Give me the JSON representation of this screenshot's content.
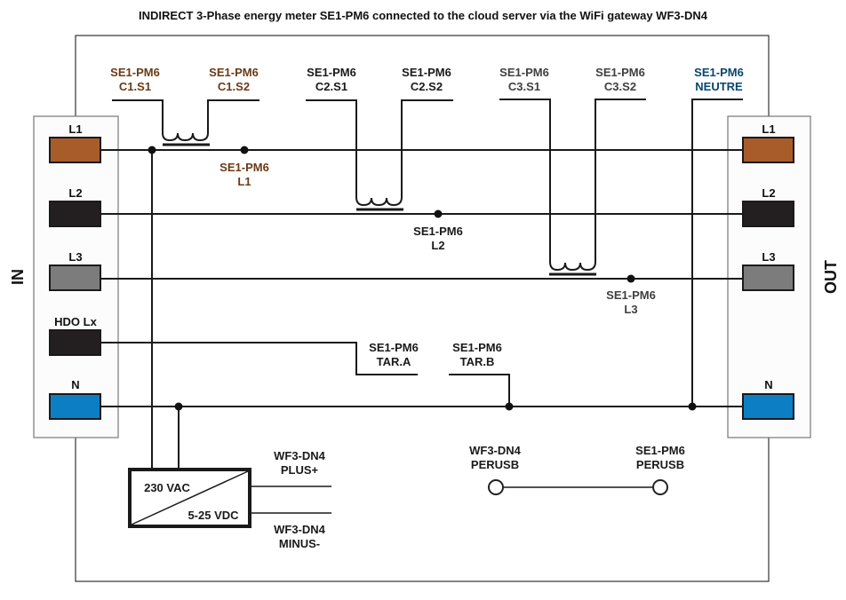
{
  "title": "INDIRECT 3-Phase energy meter SE1-PM6 connected to the cloud server via the WiFi gateway WF3-DN4",
  "colors": {
    "brown": "#a85c2a",
    "black": "#231f20",
    "grey": "#7c7c7c",
    "blue": "#0c7fc4",
    "label_brown": "#6b3a16",
    "label_black": "#1a1a1a",
    "label_grey": "#404040",
    "label_blue": "#08466e"
  },
  "side_labels": {
    "in": "IN",
    "out": "OUT"
  },
  "in_terminals": [
    {
      "label": "L1",
      "color": "brown"
    },
    {
      "label": "L2",
      "color": "black"
    },
    {
      "label": "L3",
      "color": "grey"
    },
    {
      "label": "HDO Lx",
      "color": "black"
    },
    {
      "label": "N",
      "color": "blue"
    }
  ],
  "out_terminals": [
    {
      "label": "L1",
      "color": "brown"
    },
    {
      "label": "L2",
      "color": "black"
    },
    {
      "label": "L3",
      "color": "grey"
    },
    {
      "label": "N",
      "color": "blue"
    }
  ],
  "ct_labels": {
    "c1s1": [
      "SE1-PM6",
      "C1.S1"
    ],
    "c1s2": [
      "SE1-PM6",
      "C1.S2"
    ],
    "c2s1": [
      "SE1-PM6",
      "C2.S1"
    ],
    "c2s2": [
      "SE1-PM6",
      "C2.S2"
    ],
    "c3s1": [
      "SE1-PM6",
      "C3.S1"
    ],
    "c3s2": [
      "SE1-PM6",
      "C3.S2"
    ],
    "neutre": [
      "SE1-PM6",
      "NEUTRE"
    ]
  },
  "voltage_labels": {
    "l1": [
      "SE1-PM6",
      "L1"
    ],
    "l2": [
      "SE1-PM6",
      "L2"
    ],
    "l3": [
      "SE1-PM6",
      "L3"
    ]
  },
  "tariff_labels": {
    "tara": [
      "SE1-PM6",
      "TAR.A"
    ],
    "tarb": [
      "SE1-PM6",
      "TAR.B"
    ]
  },
  "psu": {
    "input": "230 VAC",
    "output": "5-25 VDC",
    "plus": [
      "WF3-DN4",
      "PLUS+"
    ],
    "minus": [
      "WF3-DN4",
      "MINUS-"
    ]
  },
  "perusb": {
    "gateway": [
      "WF3-DN4",
      "PERUSB"
    ],
    "meter": [
      "SE1-PM6",
      "PERUSB"
    ]
  }
}
